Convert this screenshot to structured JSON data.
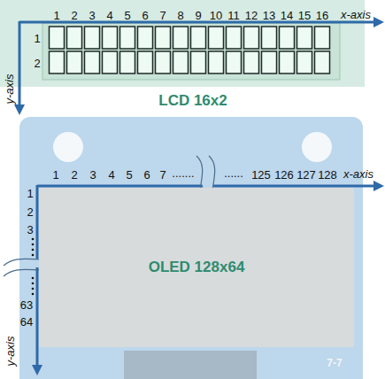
{
  "diagram": {
    "nodes": [
      {
        "text": [
          "OLED 128x64"
        ]
      }
    ],
    "labels": [
      "1",
      "2",
      "3",
      "4",
      "5",
      "6",
      "7",
      "8",
      "9",
      "10",
      "11",
      "12",
      "13",
      "14",
      "15",
      "16",
      "x-axis",
      "1",
      "2",
      "y-axis",
      "LCD 16x2",
      "1",
      "2",
      "3",
      "4",
      "5",
      "6",
      "7",
      ".......",
      "......",
      "125",
      "126",
      "127",
      "128",
      "x-axis",
      "1",
      "2",
      "3",
      "63",
      "64",
      "y-axis",
      "7-7"
    ]
  }
}
